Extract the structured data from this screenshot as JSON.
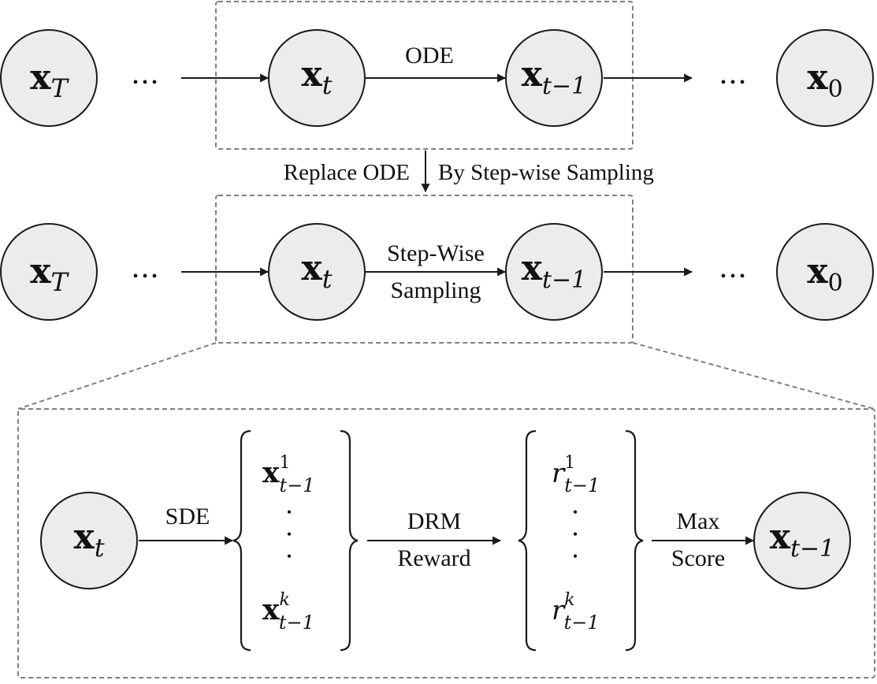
{
  "nodes": {
    "xT": {
      "base": "x",
      "sub": "T"
    },
    "xt": {
      "base": "x",
      "sub": "t"
    },
    "xt1": {
      "base": "x",
      "sub": "t−1"
    },
    "x0": {
      "base": "x",
      "sub": "0"
    }
  },
  "ellipsis": "• • •",
  "vdots": [
    "•",
    "•",
    "•"
  ],
  "labels": {
    "ode": "ODE",
    "replace_left": "Replace ODE",
    "replace_right": "By Step-wise Sampling",
    "stepwise_1": "Step-Wise",
    "stepwise_2": "Sampling",
    "sde": "SDE",
    "drm_1": "DRM",
    "drm_2": "Reward",
    "max_1": "Max",
    "max_2": "Score"
  },
  "samples": {
    "first": {
      "base": "x",
      "sub": "t−1",
      "sup": "1"
    },
    "last": {
      "base": "x",
      "sub": "t−1",
      "sup": "k"
    }
  },
  "rewards": {
    "first": {
      "base": "r",
      "sub": "t−1",
      "sup": "1"
    },
    "last": {
      "base": "r",
      "sub": "t−1",
      "sup": "k"
    }
  },
  "colors": {
    "node_fill": "#ececec",
    "stroke": "#1a1a1a",
    "dash": "#7f7f7f"
  }
}
